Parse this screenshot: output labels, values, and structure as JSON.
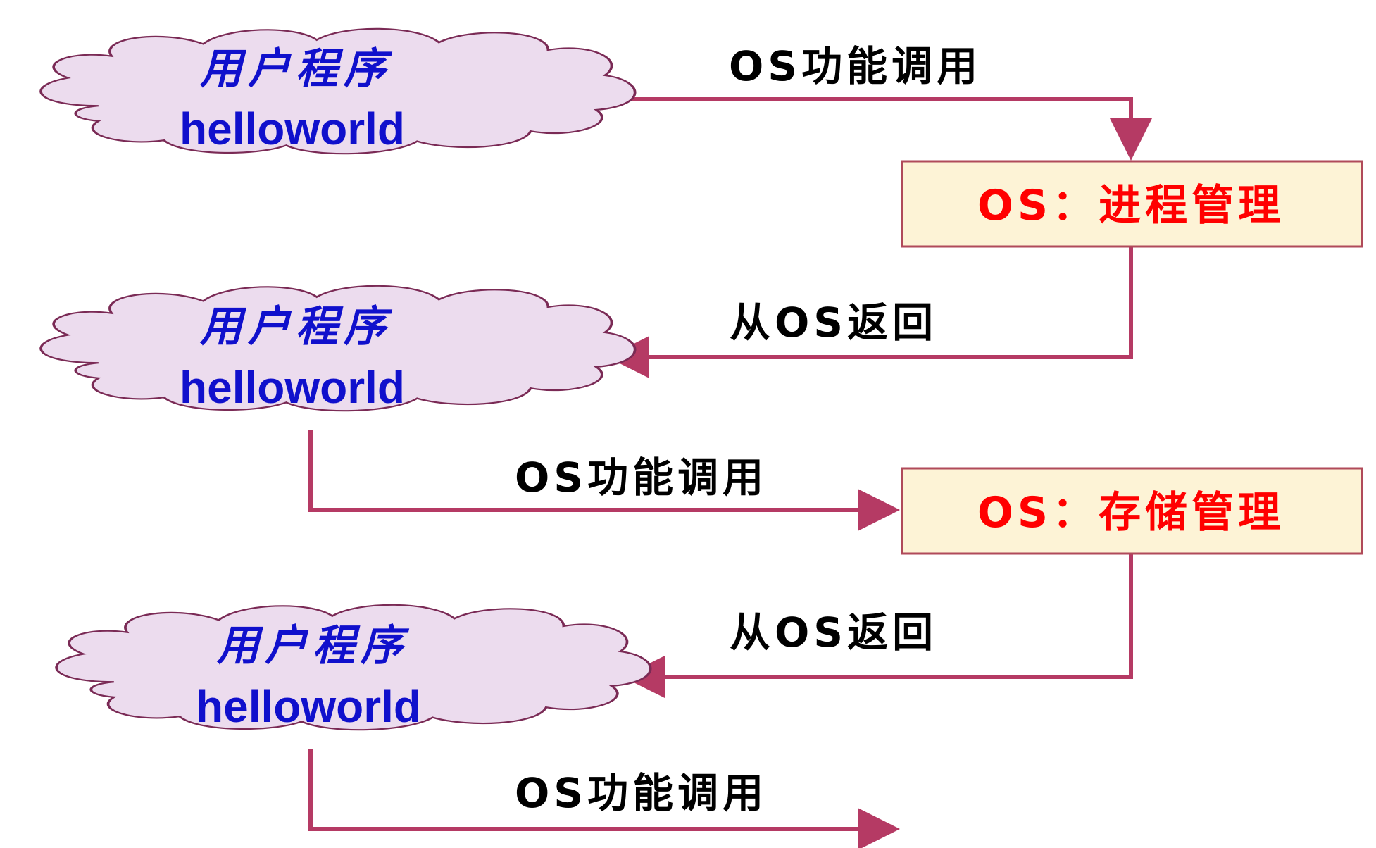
{
  "colors": {
    "cloud_fill": "#ecdcee",
    "cloud_stroke": "#7a2a55",
    "arrow": "#b53a64",
    "box_fill": "#fdf3d6",
    "box_stroke": "#b04a5a",
    "box_text": "#ff0000",
    "cloud_text": "#1010cc",
    "label_text": "#000000"
  },
  "clouds": [
    {
      "title": "用户程序",
      "subtitle": "helloworld"
    },
    {
      "title": "用户程序",
      "subtitle": "helloworld"
    },
    {
      "title": "用户程序",
      "subtitle": "helloworld"
    }
  ],
  "boxes": [
    {
      "label": "OS：进程管理"
    },
    {
      "label": "OS：存储管理"
    }
  ],
  "edges": [
    {
      "label": "OS功能调用",
      "from": "cloud-1",
      "to": "box-1"
    },
    {
      "label": "从OS返回",
      "from": "box-1",
      "to": "cloud-2"
    },
    {
      "label": "OS功能调用",
      "from": "cloud-2",
      "to": "box-2"
    },
    {
      "label": "从OS返回",
      "from": "box-2",
      "to": "cloud-3"
    },
    {
      "label": "OS功能调用",
      "from": "cloud-3",
      "to": ""
    }
  ]
}
